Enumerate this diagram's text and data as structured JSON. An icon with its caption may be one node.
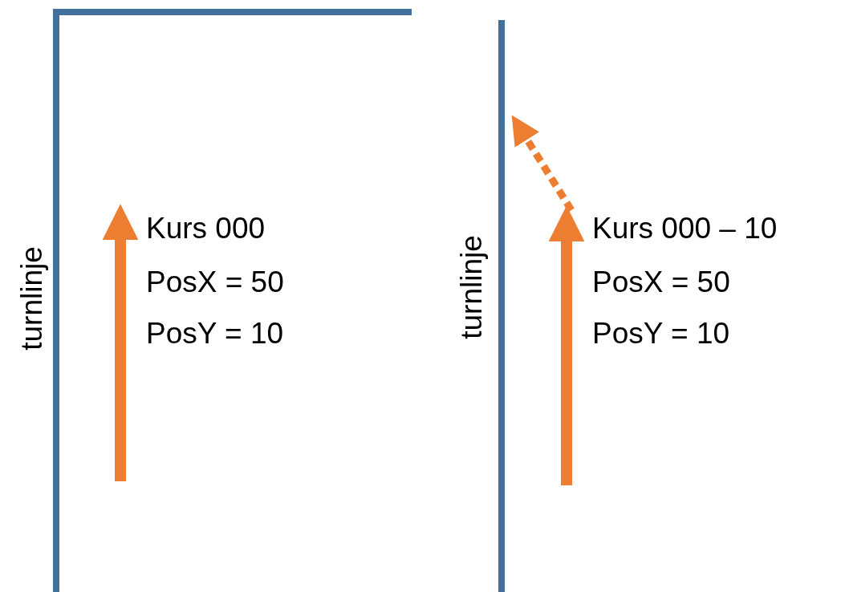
{
  "diagram": {
    "labels": [
      "turnlinje",
      "Kurs 000",
      "PosX = 50",
      "PosY = 10",
      "turnlinje",
      "Kurs 000 – 10",
      "PosX = 50",
      "PosY = 10"
    ]
  }
}
